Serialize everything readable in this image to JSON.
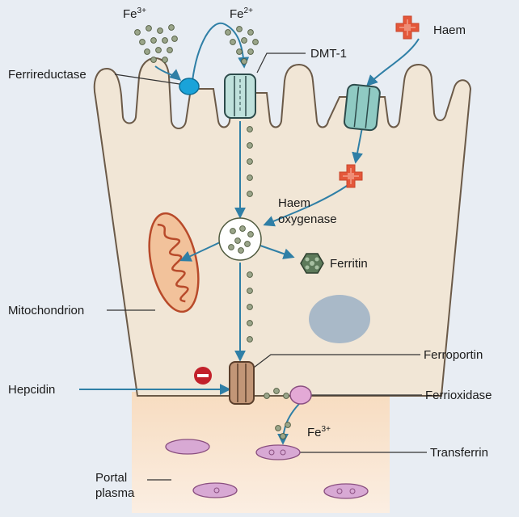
{
  "labels": {
    "fe3_top": "Fe",
    "fe3_top_sup": "3+",
    "fe2_top": "Fe",
    "fe2_top_sup": "2+",
    "haem_top": "Haem",
    "ferrireductase": "Ferrireductase",
    "dmt1": "DMT-1",
    "haem_oxygenase_1": "Haem",
    "haem_oxygenase_2": "oxygenase",
    "ferritin": "Ferritin",
    "mitochondrion": "Mitochondrion",
    "ferroportin": "Ferroportin",
    "hepcidin": "Hepcidin",
    "ferrioxidase": "Ferrioxidase",
    "fe3_bottom": "Fe",
    "fe3_bottom_sup": "3+",
    "transferrin": "Transferrin",
    "portal_1": "Portal",
    "portal_2": "plasma"
  },
  "colors": {
    "background": "#e8edf3",
    "cell_fill": "#f1e6d6",
    "cell_stroke": "#6b5a48",
    "plasma_top": "#f7dcc0",
    "plasma_bottom": "#fbeee2",
    "arrow": "#2f7fa6",
    "iron_dot": "#9aa58a",
    "iron_dot_stroke": "#4f5a3e",
    "ferrireductase": "#1aa3d9",
    "channel": "#bfe1dc",
    "channel_stroke": "#2d4b4b",
    "haem": "#e4573a",
    "ferritin": "#5d7a5a",
    "mitochondrion_fill": "#f2c29b",
    "mitochondrion_stroke": "#b84a2a",
    "nucleus": "#a9b9c8",
    "ferroportin": "#c29677",
    "ferrioxidase": "#e3a9d6",
    "transferrin": "#d8a9d4",
    "hepcidin": "#c2212b"
  },
  "icons": [
    "haem-cross-icon",
    "ferritin-hexagon-icon",
    "minus-sign-icon"
  ]
}
